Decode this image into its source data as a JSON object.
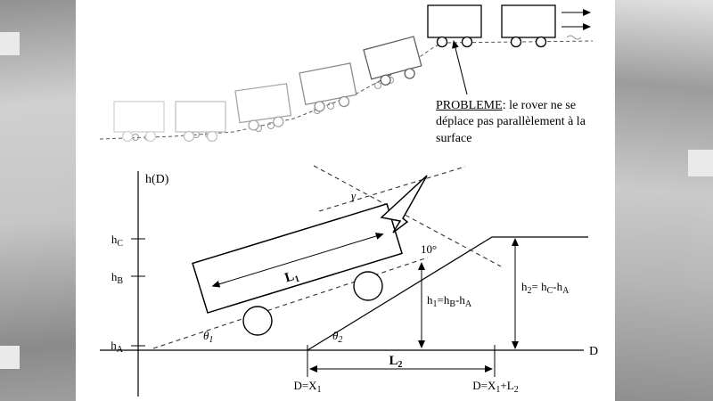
{
  "note": {
    "title": "PROBLEME",
    "rest": ": le rover ne se",
    "line2": "déplace pas parallèlement à la",
    "line3": "surface"
  },
  "axes": {
    "y": "h(D)",
    "x": "D"
  },
  "ticks": {
    "hC": {
      "base": "h",
      "sub": "C"
    },
    "hB": {
      "base": "h",
      "sub": "B"
    },
    "hA": {
      "base": "h",
      "sub": "A"
    }
  },
  "dims": {
    "L1": {
      "base": "L",
      "sub": "1"
    },
    "L2": {
      "base": "L",
      "sub": "2"
    },
    "h1": {
      "p1": "h",
      "s1": "1",
      "p2": "=h",
      "s2": "B",
      "p3": "-h",
      "s3": "A"
    },
    "h2": {
      "p1": "h",
      "s1": "2",
      "p2": "= h",
      "s2": "C",
      "p3": "-h",
      "s3": "A"
    }
  },
  "angles": {
    "theta1": {
      "base": "θ",
      "sub": "1"
    },
    "theta2": {
      "base": "θ",
      "sub": "2"
    },
    "gamma": "γ",
    "ten": "10°"
  },
  "xmarks": {
    "x1": {
      "p1": "D=X",
      "s1": "1"
    },
    "x1l2": {
      "p1": "D=X",
      "s1": "1",
      "p2": "+L",
      "s2": "2"
    }
  },
  "colors": {
    "ink": "#000000",
    "paper": "#ffffff",
    "backdrop": "#b5b5b5"
  }
}
